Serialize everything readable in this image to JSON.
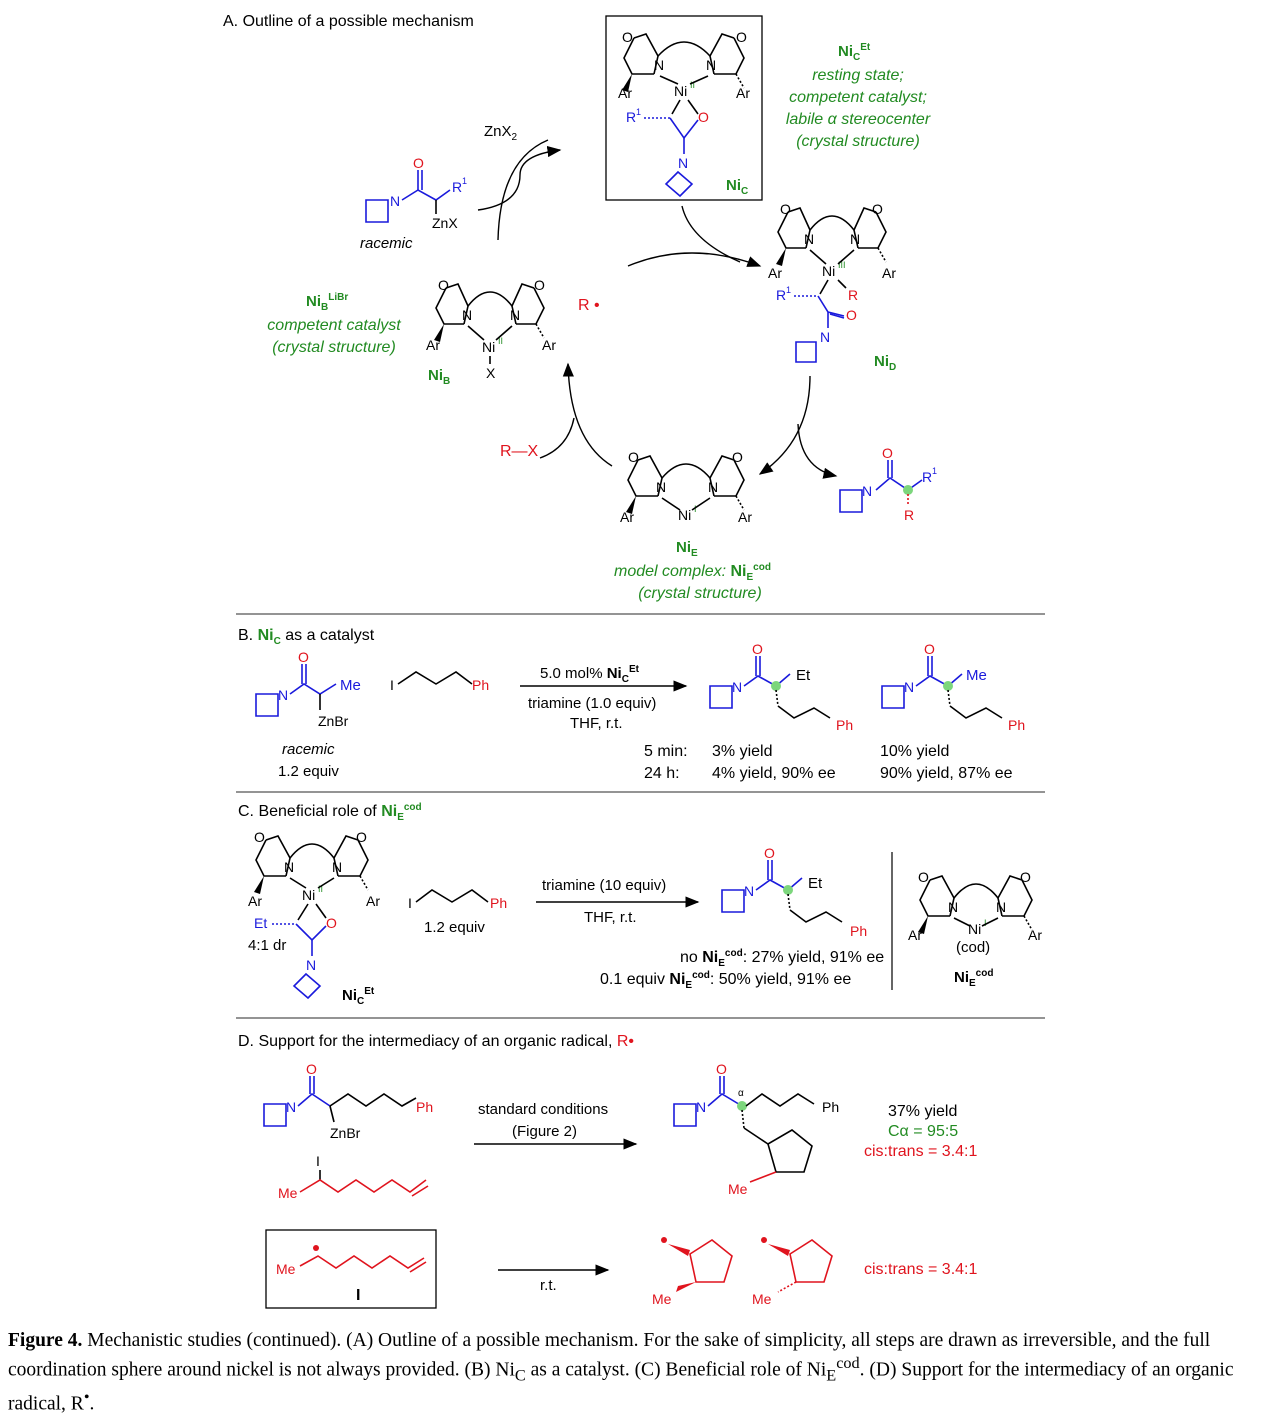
{
  "panelA": {
    "title": "A. Outline of a possible mechanism",
    "zncoupling": "ZnX",
    "znx2": "ZnX",
    "racemic": "racemic",
    "nic_label": "Ni",
    "nic_et_notes": [
      "resting state;",
      "competent catalyst;",
      "labile α stereocenter",
      "(crystal structure)"
    ],
    "nib_notes": [
      "competent catalyst",
      "(crystal structure)"
    ],
    "nie_notes": [
      "model complex:",
      "(crystal structure)"
    ],
    "radical": "R",
    "rx": "R—X",
    "labels": {
      "nic": "Ni",
      "c": "C",
      "nid": "Ni",
      "d": "D",
      "nib": "Ni",
      "b": "B",
      "nie": "Ni",
      "e": "E",
      "et": "Et",
      "libr": "LiBr",
      "cod": "cod"
    }
  },
  "panelB": {
    "title_pre": "B. ",
    "title_post": " as a catalyst",
    "reagent_top": "5.0 mol% ",
    "reagent_mid": "triamine (1.0 equiv)",
    "reagent_bot": "THF, r.t.",
    "racemic": "racemic",
    "equiv": "1.2 equiv",
    "time1": "5 min:",
    "time2": "24 h:",
    "res1a": "3% yield",
    "res1b": "4% yield, 90% ee",
    "res2a": "10% yield",
    "res2b": "90% yield, 87% ee",
    "me": "Me",
    "et": "Et",
    "znbr": "ZnBr",
    "ph": "Ph"
  },
  "panelC": {
    "title": "C. Beneficial role of ",
    "reagent_top": "triamine (10 equiv)",
    "reagent_bot": "THF, r.t.",
    "equiv": "1.2 equiv",
    "dr": "4:1 dr",
    "res1_pre": "no ",
    "res1_post": ": 27% yield, 91% ee",
    "res2_pre": "0.1 equiv ",
    "res2_post": ": 50% yield, 91% ee",
    "cod": "(cod)"
  },
  "panelD": {
    "title": "D. Support for the intermediacy of an organic radical, ",
    "reagent_top": "standard conditions",
    "reagent_bot": "(Figure 2)",
    "res1": "37% yield",
    "res2": "Cα = 95:5",
    "res3": "cis:trans = 3.4:1",
    "rt": "r.t.",
    "res4": "cis:trans = 3.4:1",
    "iodo_label": "I",
    "znbr": "ZnBr",
    "me": "Me",
    "ph": "Ph",
    "alpha": "α"
  },
  "caption": {
    "lead": "Figure 4.",
    "text": " Mechanistic studies (continued). (A) Outline of a possible mechanism. For the sake of simplicity, all steps are drawn as irreversible, and the full coordination sphere around nickel is not always provided. (B) Ni",
    "sub_c": "C",
    "text2": " as a catalyst. (C) Beneficial role of Ni",
    "sub_e": "E",
    "sup_cod": "cod",
    "text3": ". (D) Support for the intermediacy of an organic radical, R",
    "sup_dot": "•",
    "text4": "."
  },
  "colors": {
    "green": "#228b22",
    "blue": "#1a1adc",
    "red": "#e0141e"
  }
}
